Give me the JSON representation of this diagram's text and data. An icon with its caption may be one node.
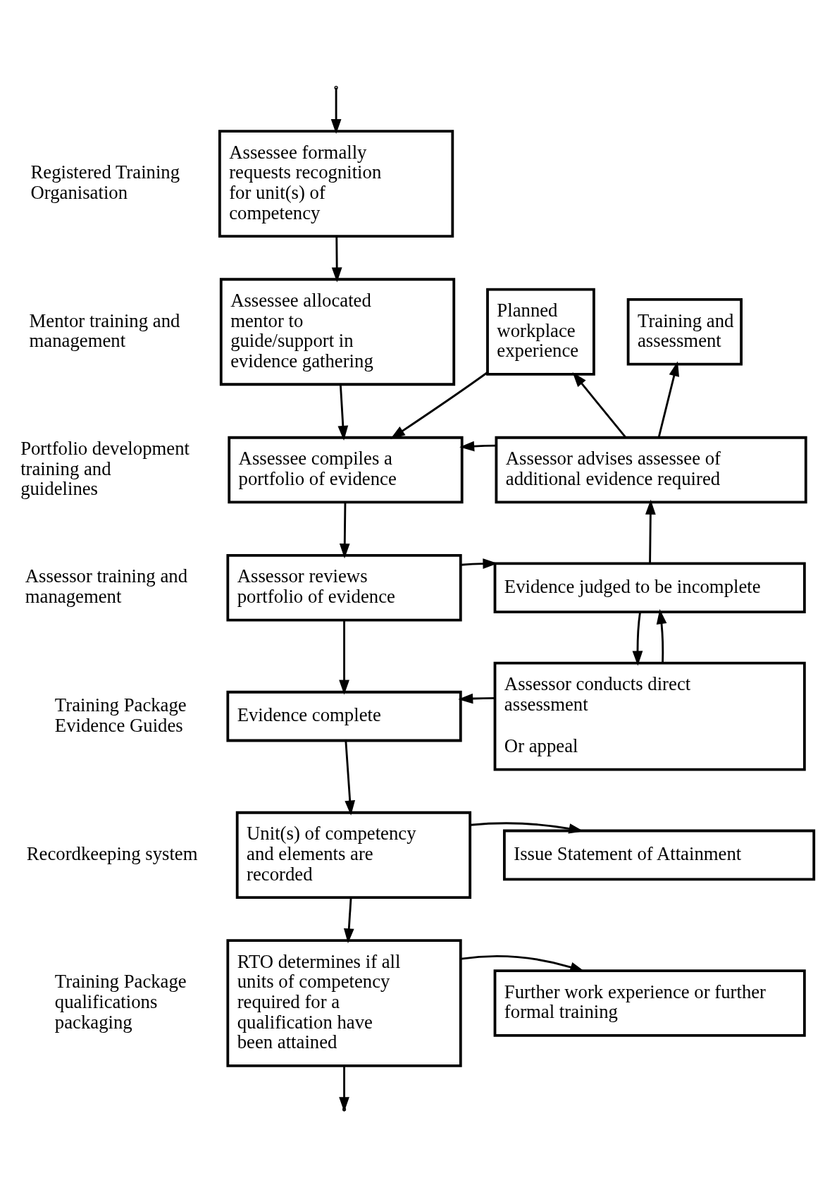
{
  "diagram": {
    "nodes": [
      {
        "text": [
          "Assessee formally requests recognition for unit(s) of competency"
        ]
      },
      {
        "text": [
          "Assessee allocated mentor to guide/support in evidence gathering"
        ]
      },
      {
        "text": [
          "Planned workplace experience"
        ]
      },
      {
        "text": [
          "Training and assessment"
        ]
      },
      {
        "text": [
          "Assessee compiles a portfolio of evidence"
        ]
      },
      {
        "text": [
          "Assessor advises assessee of additional evidence required"
        ]
      },
      {
        "text": [
          "Assessor reviews portfolio of evidence"
        ]
      },
      {
        "text": [
          "Evidence judged to be incomplete"
        ]
      },
      {
        "text": [
          "Evidence complete"
        ]
      },
      {
        "text": [
          "Assessor conducts direct assessment",
          "Or appeal"
        ]
      },
      {
        "text": [
          "Unit(s) of competency and elements are recorded"
        ]
      },
      {
        "text": [
          "Issue Statement of Attainment"
        ]
      },
      {
        "text": [
          "RTO determines if all units of competency required for a qualification have been attained"
        ]
      },
      {
        "text": [
          "Further work experience or further formal training"
        ]
      }
    ],
    "edges": [
      {
        "from": null,
        "to": 0,
        "arrow": "to"
      },
      {
        "from": 0,
        "to": 1,
        "arrow": "to"
      },
      {
        "from": 1,
        "to": 4,
        "arrow": "to"
      },
      {
        "from": 2,
        "to": 4,
        "arrow": "to"
      },
      {
        "from": 5,
        "to": 2,
        "arrow": "to"
      },
      {
        "from": 5,
        "to": 3,
        "arrow": "to"
      },
      {
        "from": 5,
        "to": 4,
        "arrow": "to"
      },
      {
        "from": 4,
        "to": 6,
        "arrow": "to"
      },
      {
        "from": 7,
        "to": 5,
        "arrow": "to"
      },
      {
        "from": 6,
        "to": 7,
        "arrow": "to"
      },
      {
        "from": 6,
        "to": 8,
        "arrow": "to"
      },
      {
        "from": 7,
        "to": 9,
        "arrow": "to"
      },
      {
        "from": 9,
        "to": 7,
        "arrow": "to"
      },
      {
        "from": 9,
        "to": 8,
        "arrow": "to"
      },
      {
        "from": 8,
        "to": 10,
        "arrow": "to"
      },
      {
        "from": 10,
        "to": 11,
        "arrow": "to"
      },
      {
        "from": 10,
        "to": 12,
        "arrow": "to"
      },
      {
        "from": 12,
        "to": 13,
        "arrow": "to"
      },
      {
        "from": 12,
        "to": null,
        "arrow": "to"
      }
    ],
    "labels": [
      "Registered Training Organisation",
      "Mentor training and management",
      "Portfolio development training and guidelines",
      "Assessor training and management",
      "Training Package Evidence Guides",
      "Recordkeeping system",
      "Training Package qualifications packaging"
    ]
  }
}
